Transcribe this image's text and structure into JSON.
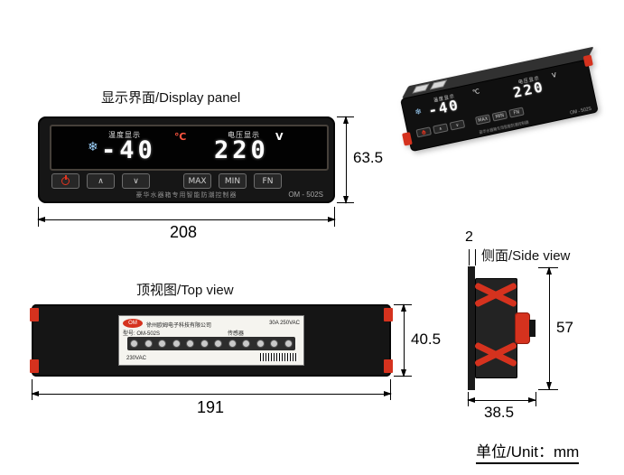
{
  "sections": {
    "display_panel_label": "显示界面/Display panel",
    "top_view_label": "顶视图/Top view",
    "side_view_label": "侧面/Side view",
    "unit_label": "单位/Unit：mm"
  },
  "device": {
    "temp_display_label": "温度显示",
    "volt_display_label": "电压显示",
    "snowflake_icon": "❄",
    "temp_value": "-40",
    "temp_unit": "℃",
    "volt_value": "220",
    "volt_unit": "V",
    "buttons": [
      "power",
      "∧",
      "∨",
      "MAX",
      "MIN",
      "FN"
    ],
    "footer_text": "豪华水器箱专用智能防潮控制器",
    "model": "OM - 502S"
  },
  "top_view": {
    "terminal_count": 12,
    "label": {
      "logo": "OM",
      "company": "徐州欧姆电子科技有限公司",
      "rating": "30A 250VAC",
      "model_line": "型号: OM-502S",
      "sensor_label": "传感器",
      "power_label": "230VAC"
    }
  },
  "dimensions": {
    "front_width": "208",
    "front_height": "63.5",
    "top_width": "191",
    "top_height": "40.5",
    "side_flange_thickness": "2",
    "side_height": "57",
    "side_width": "38.5"
  },
  "colors": {
    "clip_red": "#d5321e",
    "snowflake_blue": "#9fd4ff",
    "temp_unit_red": "#ff5540",
    "device_black": "#161616"
  }
}
